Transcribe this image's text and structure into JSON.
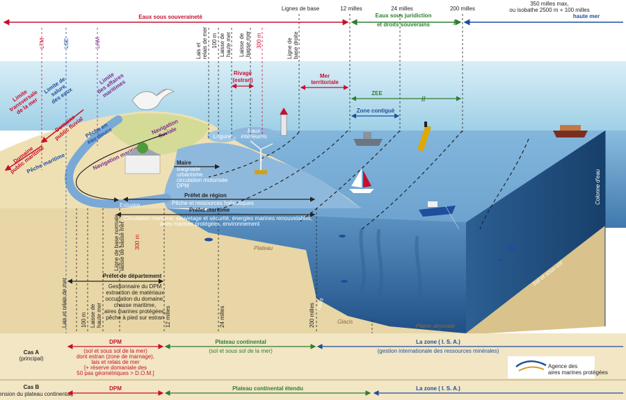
{
  "top_zones": {
    "souverainete": "Eaux sous souveraineté",
    "juridiction_l1": "Eaux sous juridiction",
    "juridiction_l2": "et droits souverains",
    "haute_mer": "haute mer",
    "lignes_de_base": "Lignes de base",
    "m12": "12 milles",
    "m24": "24 milles",
    "m200": "200 milles",
    "max_l1": "350 milles max,",
    "max_l2": "ou isobathe 2500 m + 100 milles"
  },
  "vertical_labels": {
    "ltm": "LTM",
    "lse": "LSE",
    "lam": "LAM",
    "lais_l1": "Lais et",
    "lais_l2": "relais de mer",
    "m100": "100 m",
    "laisse_haute_l1": "Laisse de",
    "laisse_haute_l2": "haute mer",
    "laisse_basse_l1": "Laisse de",
    "laisse_basse_l2": "basse mer",
    "m300": "300 m",
    "ligne_droite_l1": "Ligne de",
    "ligne_droite_l2": "base droite"
  },
  "limits": {
    "transversale_l1": "Limite",
    "transversale_l2": "transversale",
    "transversale_l3": "de la mer",
    "salure_l1": "Limite de",
    "salure_l2": "salure",
    "salure_l3": "des eaux",
    "affaires_l1": "Limite",
    "affaires_l2": "des affaires",
    "affaires_l3": "maritimes"
  },
  "domains": {
    "public_fluvial_l1": "Domaine",
    "public_fluvial_l2": "public fluvial",
    "public_maritime_l1": "Domaine",
    "public_maritime_l2": "public maritime"
  },
  "activities": {
    "peche_maritime": "Pêche maritime",
    "peche_douce_l1": "Pêche en",
    "peche_douce_l2": "eau douce",
    "nav_maritime": "Navigation maritime",
    "nav_fluviale_l1": "Navigation",
    "nav_fluviale_l2": "fluviale"
  },
  "places": {
    "lagune": "Lagune",
    "eaux_interieures_l1": "Eaux",
    "eaux_interieures_l2": "intérieures",
    "estuaire": "Estuaire",
    "plateau": "Plateau",
    "talus": "Talus",
    "glacis": "Glacis",
    "plaine_abyssale": "Plaine abyssale",
    "colonne": "Colonne d'eau",
    "sol": "Sol et sous-sol"
  },
  "sea_zones": {
    "rivage_l1": "Rivage",
    "rivage_l2": "(estran)",
    "mer_territoriale_l1": "Mer",
    "mer_territoriale_l2": "territoriale",
    "zee": "ZEE",
    "zone_contigue": "Zone contiguë"
  },
  "authorities": {
    "maire_title": "Maire",
    "maire_1": "Baignade",
    "maire_2": "urbanisme",
    "maire_3": "circulation motorisée",
    "maire_4": "DPM",
    "region_title": "Préfet de région",
    "region_1": "Pêche et ressources halieutiques",
    "maritime_title": "Préfet maritime",
    "maritime_1": "Circulation maritime, sauvetage et sécurité, énergies marines renouvelables,",
    "maritime_2": "aires marines protégées, environnement",
    "dept_title": "Préfet de département",
    "dept_1": "Gestionnaire du DPM",
    "dept_2": "extraction de matériaux",
    "dept_3": "occupation du domaine,",
    "dept_4": "chasse maritime,",
    "dept_5": "aires marines protégées,",
    "dept_6": "pêche à pied sur estran"
  },
  "bottom_verticals": {
    "lais_relais": "Lais et relais de mer",
    "m100": "100 m",
    "laisse_haute_l1": "Laisse de",
    "laisse_haute_l2": "haute mer",
    "ligne_normale_l1": "Ligne de base normale",
    "ligne_normale_l2": "laisse de basse mer",
    "m300": "300 m",
    "m12": "12 milles",
    "m24": "24 milles",
    "m200": "200 milles"
  },
  "cases": {
    "a_title": "Cas A",
    "a_sub": "(principal)",
    "a_dpm": "DPM",
    "a_dpm_1": "(sol et sous sol de la mer)",
    "a_dpm_2": "dont estran (zone de marnage),",
    "a_dpm_3": "lais et relais de mer",
    "a_dpm_4": "[+ réserve domaniale des",
    "a_dpm_5": "50 pas géométriques > D.O.M.]",
    "a_plateau": "Plateau continental",
    "a_plateau_sub": "(sol et sous sol de la mer)",
    "a_zone": "La zone ( I. S. A.)",
    "a_zone_sub": "(gestion internationale des ressources minérales)",
    "b_title": "Cas B",
    "b_sub": "(extension du plateau continental)",
    "b_dpm": "DPM",
    "b_plateau": "Plateau continental étendu",
    "b_zone": "La zone ( I. S. A.)"
  },
  "logo": {
    "line1": "Agence des",
    "line2": "aires marines protégées"
  },
  "colors": {
    "sovereignty": "#c8102e",
    "jurisdiction": "#2e7d32",
    "high_sea": "#1f4e9c",
    "sky": "#a6d5ea",
    "sea": "#6aa3cf",
    "deep": "#2f6da3",
    "sand": "#efe0b4",
    "seabed": "#e5d2a3"
  }
}
